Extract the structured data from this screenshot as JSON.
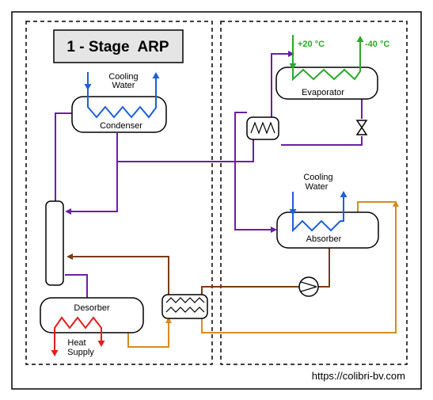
{
  "title": "1 - Stage  ARP",
  "website": "https://colibri-bv.com",
  "components": {
    "condenser": {
      "label": "Condenser",
      "input_label": [
        "Cooling",
        "Water"
      ]
    },
    "evaporator": {
      "label": "Evaporator",
      "temp_in": "+20 °C",
      "temp_out": "-40 °C"
    },
    "absorber": {
      "label": "Absorber",
      "input_label": [
        "Cooling",
        "Water"
      ]
    },
    "desorber": {
      "label": "Desorber",
      "input_label": [
        "Heat",
        "Supply"
      ]
    }
  },
  "colors": {
    "cooling_water": "#1d5fd6",
    "refrigerant": "#6a1fa8",
    "hot_flow": "#e81b1b",
    "chilled_flow": "#2aa82a",
    "weak_solution": "#7a3b16",
    "strong_solution": "#d88a1c"
  }
}
